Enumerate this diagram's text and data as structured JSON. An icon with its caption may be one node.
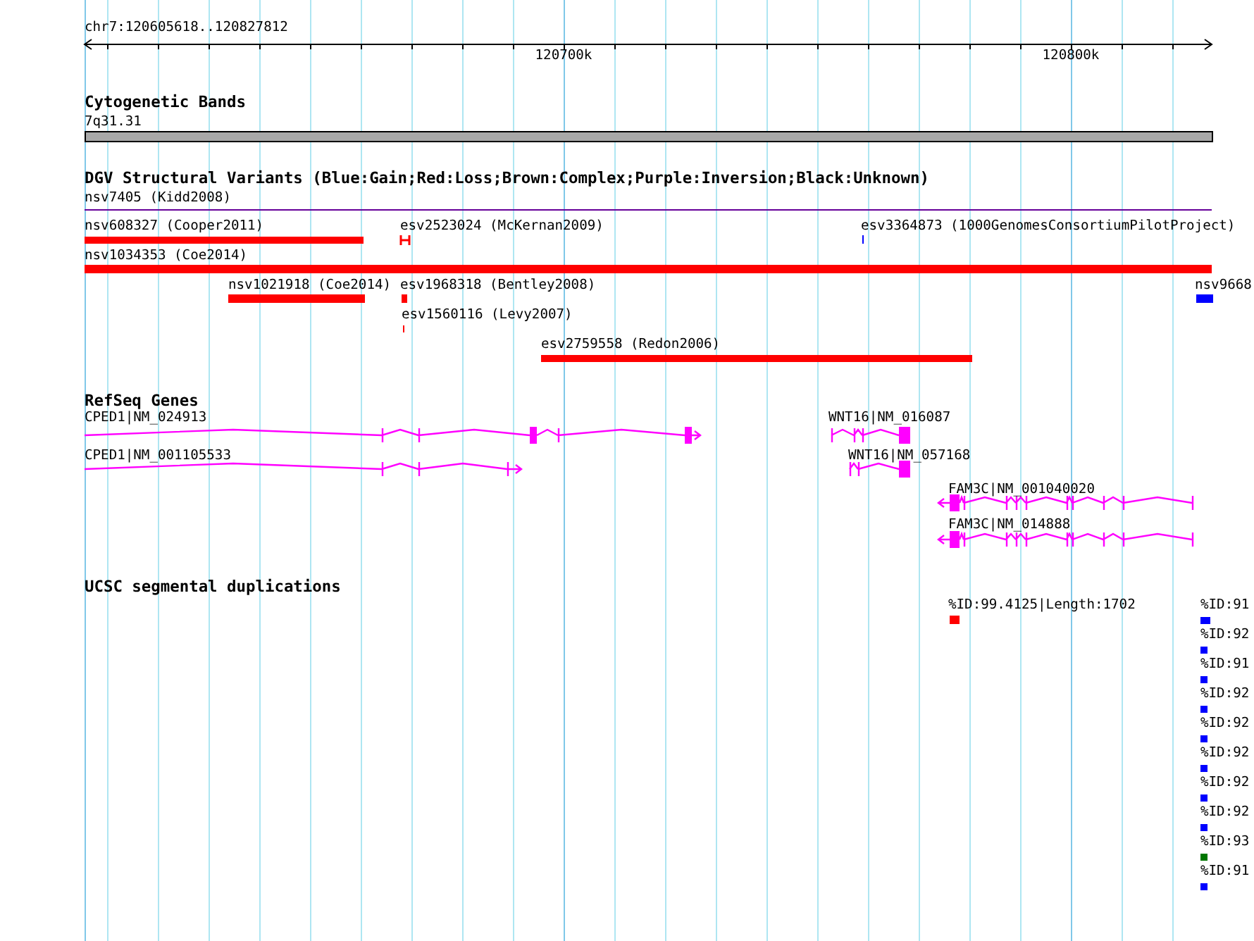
{
  "diagram": {
    "labels": [
      "chr7:120605618..120827812",
      "120700k",
      "120800k",
      "Cytogenetic Bands",
      "7q31.31",
      "DGV Structural Variants (Blue:Gain;Red:Loss;Brown:Complex;Purple:Inversion;Black:Unknown)",
      "nsv7405 (Kidd2008)",
      "nsv608327 (Cooper2011)",
      "esv2523024 (McKernan2009)",
      "esv3364873 (1000GenomesConsortiumPilotProject)",
      "nsv1034353 (Coe2014)",
      "nsv1021918 (Coe2014)",
      "esv1968318 (Bentley2008)",
      "nsv9668",
      "esv1560116 (Levy2007)",
      "esv2759558 (Redon2006)",
      "RefSeq Genes",
      "CPED1|NM_024913",
      "WNT16|NM_016087",
      "CPED1|NM_001105533",
      "WNT16|NM_057168",
      "FAM3C|NM_001040020",
      "FAM3C|NM_014888",
      "UCSC segmental duplications",
      "%ID:99.4125|Length:1702",
      "%ID:91",
      "%ID:92",
      "%ID:91",
      "%ID:92",
      "%ID:92",
      "%ID:92",
      "%ID:92",
      "%ID:92",
      "%ID:93",
      "%ID:91"
    ]
  }
}
